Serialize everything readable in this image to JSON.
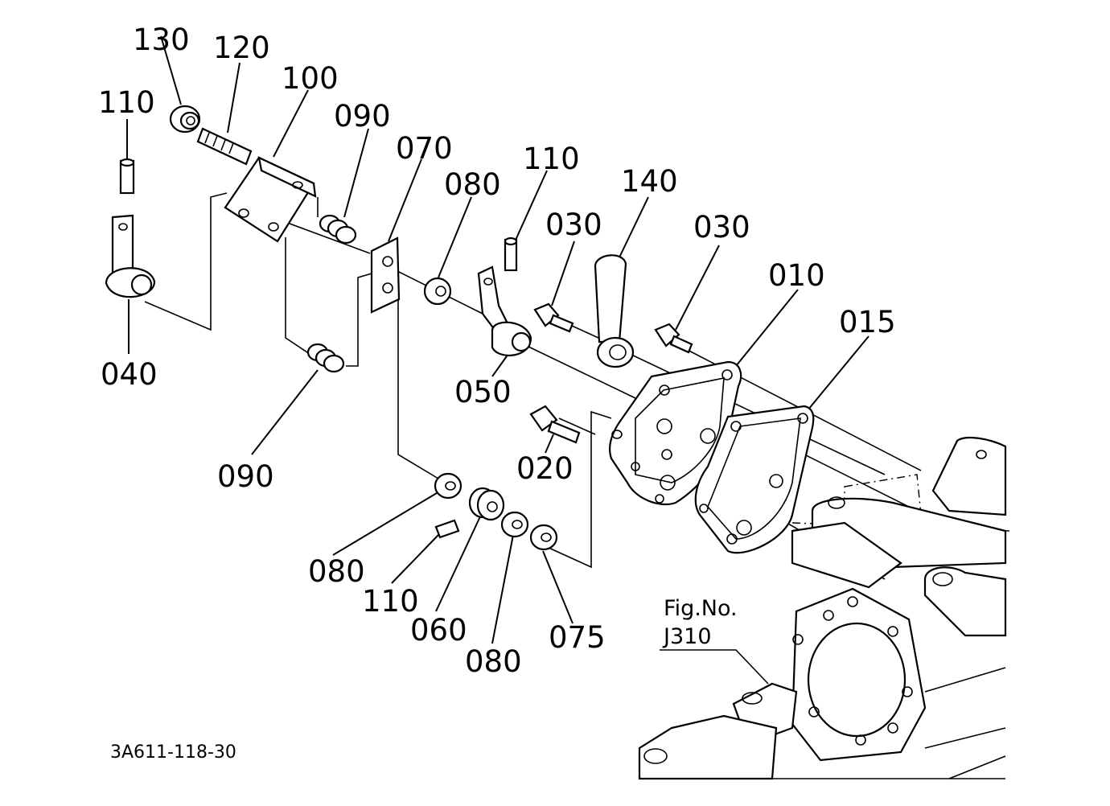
{
  "labels": {
    "p130": "130",
    "p120": "120",
    "p100": "100",
    "p110_a": "110",
    "p090_a": "090",
    "p070": "070",
    "p080_a": "080",
    "p110_b": "110",
    "p140": "140",
    "p030_a": "030",
    "p030_b": "030",
    "p010": "010",
    "p015": "015",
    "p040": "040",
    "p050": "050",
    "p090_b": "090",
    "p020": "020",
    "p080_b": "080",
    "p110_c": "110",
    "p060": "060",
    "p080_c": "080",
    "p075": "075"
  },
  "reference": {
    "fig_label": "Fig.No.",
    "fig_number": "J310"
  },
  "drawing_code": "3A611-118-30"
}
